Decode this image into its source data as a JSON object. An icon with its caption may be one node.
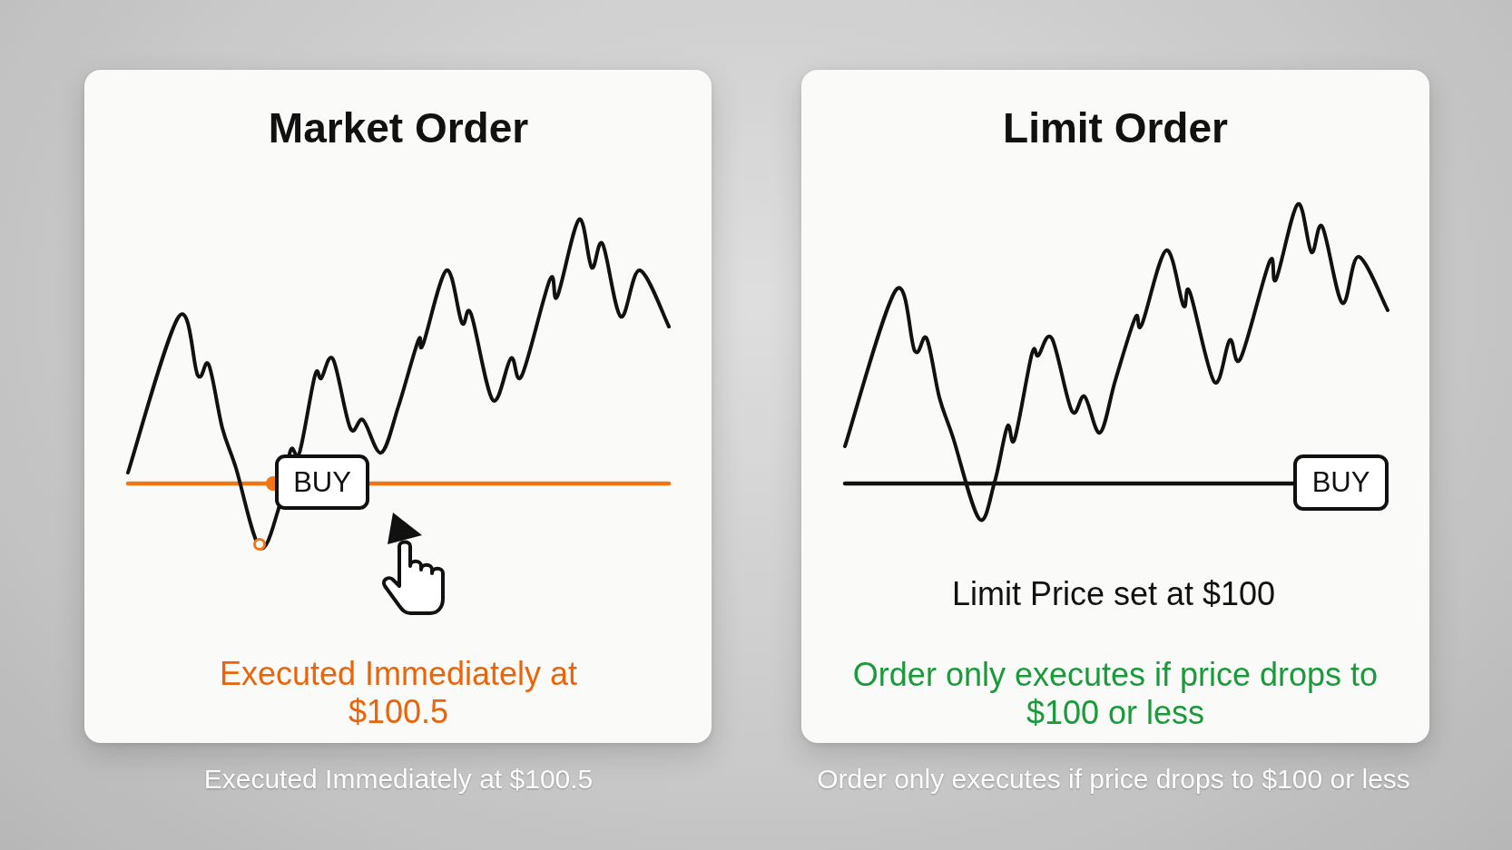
{
  "diagram": {
    "nodes": [
      {
        "text": [
          "Market Order",
          "Executed Immediately at $100.5"
        ],
        "beside": [
          "Executed Immediately at $100.5"
        ]
      },
      {
        "text": [
          "BUY"
        ],
        "in": 0
      },
      {
        "text": [
          "Limit Order",
          "Limit Price set at $100",
          "Order only executes if price drops to $100 or less"
        ],
        "beside": [
          "Order only executes if price drops to $100 or less"
        ]
      },
      {
        "text": [
          "BUY"
        ],
        "in": 2
      }
    ]
  }
}
